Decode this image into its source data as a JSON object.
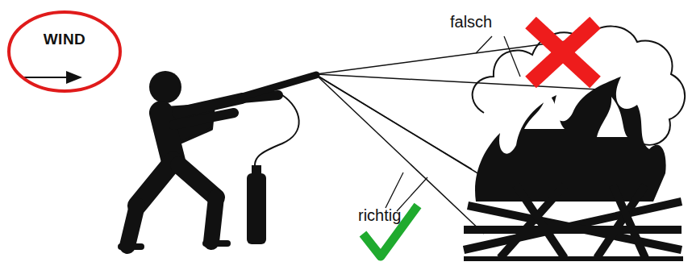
{
  "diagram": {
    "nodes": [
      {
        "text": [
          "WIND"
        ]
      }
    ],
    "labels": [
      "falsch",
      "richtig"
    ]
  }
}
